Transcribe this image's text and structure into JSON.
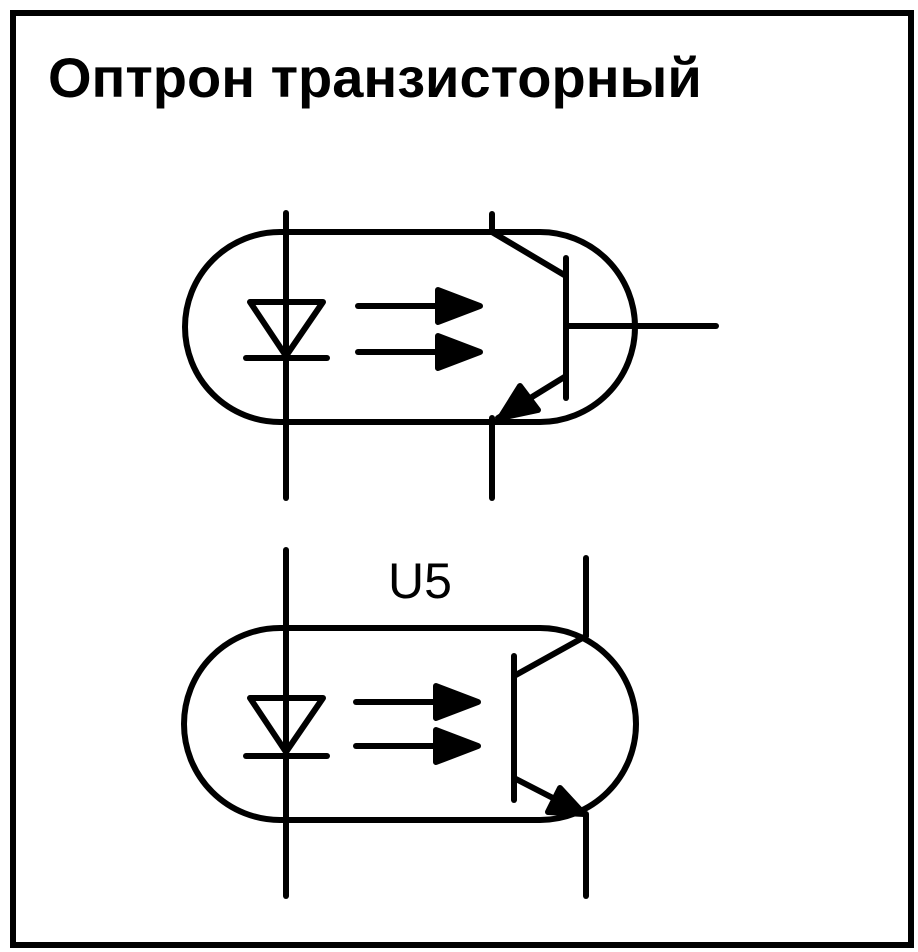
{
  "title": "Оптрон транзисторный",
  "symbols": [
    {
      "variant": "transistor-optocoupler-with-base-lead"
    },
    {
      "variant": "transistor-optocoupler",
      "designator": "U5"
    }
  ],
  "colors": {
    "ink": "#000000",
    "background": "#ffffff"
  }
}
